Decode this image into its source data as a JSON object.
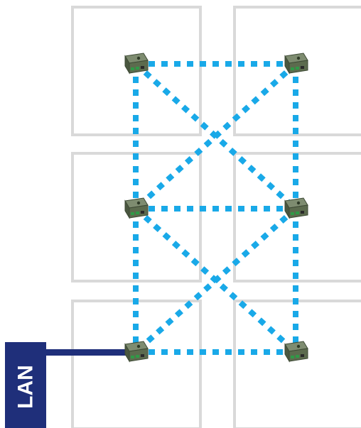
{
  "lan": {
    "label": "LAN",
    "box_color": "#1f2f7a",
    "text_color": "#ffffff"
  },
  "colors": {
    "panel_border": "#d9d9d9",
    "mesh_link": "#19a9e8",
    "uplink": "#1f2f7a",
    "node_body": "#5c6b4e",
    "node_top": "#7e8c70",
    "node_connector": "#2f9a46"
  },
  "grid": {
    "columns": 2,
    "rows": 3
  },
  "nodes": [
    {
      "name": "node-top-left",
      "icon": "network-device-icon"
    },
    {
      "name": "node-top-right",
      "icon": "network-device-icon"
    },
    {
      "name": "node-middle-left",
      "icon": "network-device-icon"
    },
    {
      "name": "node-middle-right",
      "icon": "network-device-icon"
    },
    {
      "name": "node-bottom-left",
      "icon": "network-device-icon"
    },
    {
      "name": "node-bottom-right",
      "icon": "network-device-icon"
    }
  ],
  "mesh_links": [
    [
      "node-top-left",
      "node-top-right"
    ],
    [
      "node-top-left",
      "node-middle-left"
    ],
    [
      "node-top-right",
      "node-middle-right"
    ],
    [
      "node-top-left",
      "node-middle-right"
    ],
    [
      "node-top-right",
      "node-middle-left"
    ],
    [
      "node-middle-left",
      "node-middle-right"
    ],
    [
      "node-middle-left",
      "node-bottom-left"
    ],
    [
      "node-middle-right",
      "node-bottom-right"
    ],
    [
      "node-middle-left",
      "node-bottom-right"
    ],
    [
      "node-middle-right",
      "node-bottom-left"
    ],
    [
      "node-bottom-left",
      "node-bottom-right"
    ]
  ],
  "uplink": {
    "from": "lan",
    "to": "node-bottom-left"
  }
}
